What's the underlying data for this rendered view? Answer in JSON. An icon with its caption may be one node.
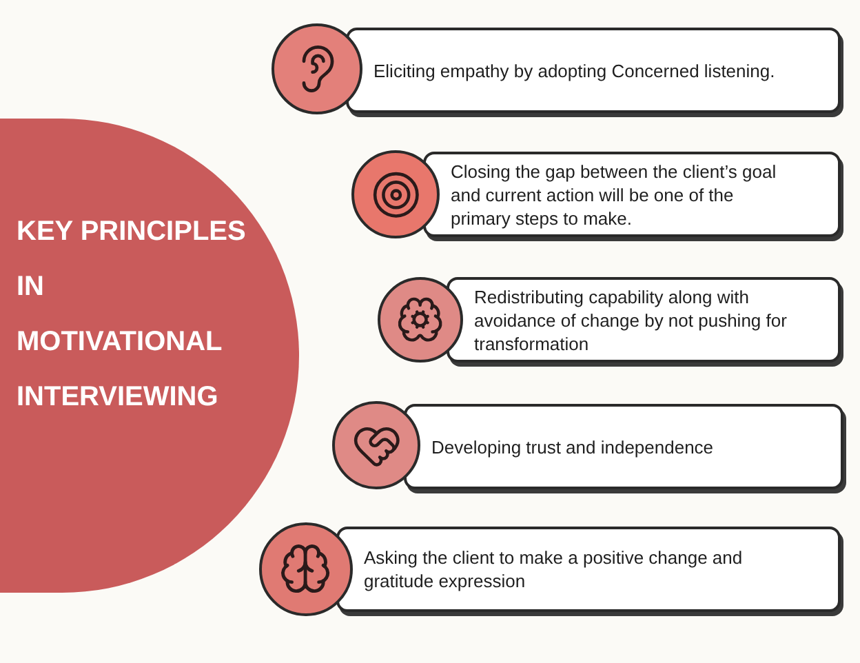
{
  "diagram": {
    "nodes": [
      {
        "text": [
          "KEY PRINCIPLES IN MOTIVATIONAL INTERVIEWING"
        ]
      },
      {
        "text": [
          "Eliciting empathy by adopting Concerned listening."
        ]
      },
      {
        "text": [
          "Closing the gap between the client’s goal and current action will be one of the primary steps to make."
        ]
      },
      {
        "text": [
          "Redistributing capability along with avoidance of change by not pushing for transformation"
        ]
      },
      {
        "text": [
          "Developing trust and independence"
        ]
      },
      {
        "text": [
          "Asking the client to make a positive change and gratitude expression"
        ]
      }
    ],
    "edges": []
  }
}
